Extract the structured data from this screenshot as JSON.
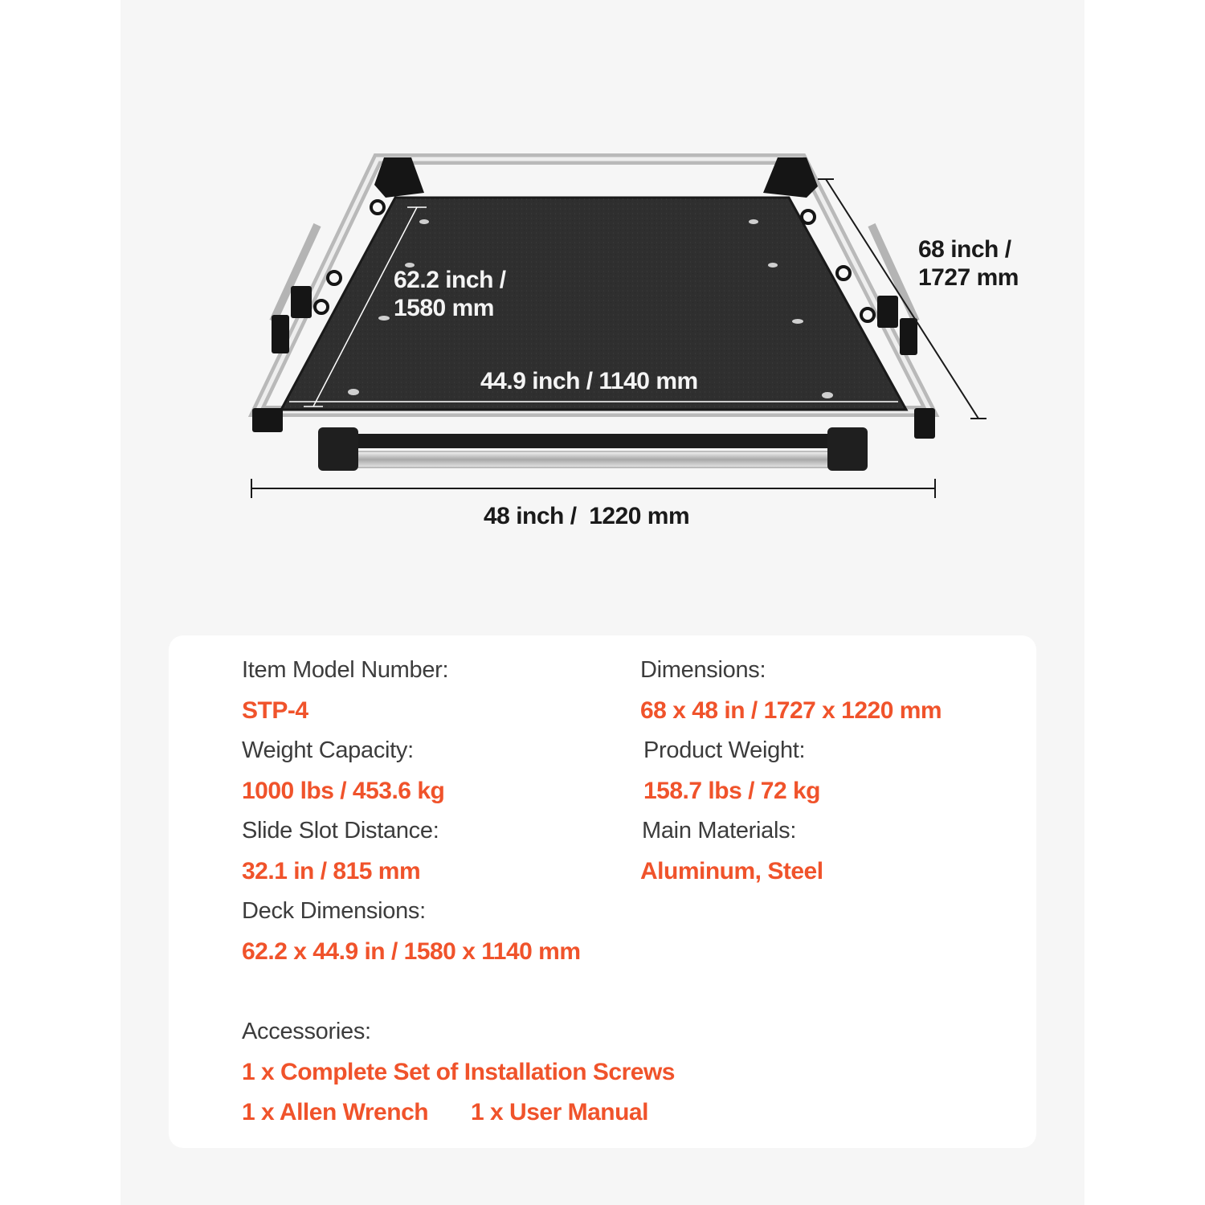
{
  "colors": {
    "accent": "#f0532b",
    "label": "#3c3c3c",
    "deck": "#2e2e2e",
    "background": "#f6f6f6"
  },
  "icons": {
    "product": "slide-out-cargo-tray-illustration"
  },
  "dimensions": {
    "deck_length": [
      "62.2 inch /",
      "1580 mm"
    ],
    "deck_width": "44.9 inch / 1140 mm",
    "overall_length": [
      "68 inch /",
      "1727 mm"
    ],
    "overall_width": "48 inch /  1220 mm"
  },
  "specs": {
    "item_model_number": {
      "label": "Item Model Number:",
      "value": "STP-4"
    },
    "weight_capacity": {
      "label": "Weight Capacity:",
      "value": "1000 lbs / 453.6 kg"
    },
    "slide_slot_distance": {
      "label": "Slide Slot Distance:",
      "value": "32.1 in / 815 mm"
    },
    "deck_dimensions": {
      "label": "Deck Dimensions:",
      "value": "62.2 x 44.9 in / 1580 x 1140 mm"
    },
    "dimensions": {
      "label": "Dimensions:",
      "value": "68 x 48 in / 1727 x 1220 mm"
    },
    "product_weight": {
      "label": "Product Weight:",
      "value": "158.7 lbs / 72 kg"
    },
    "main_materials": {
      "label": "Main Materials:",
      "value": "Aluminum, Steel"
    }
  },
  "accessories": {
    "label": "Accessories:",
    "items": [
      "1 x Complete Set of Installation Screws",
      "1 x Allen Wrench",
      "1 x User Manual"
    ]
  }
}
